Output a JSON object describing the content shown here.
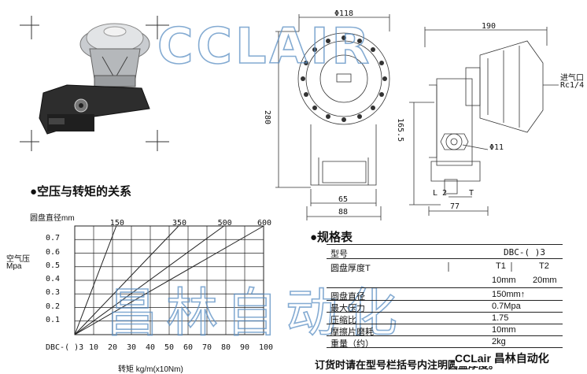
{
  "watermark_en": "CCLAIR",
  "watermark_cn": "昌林自动化",
  "brand": "CCLair 昌林自动化",
  "drawing": {
    "dia_front": "Φ118",
    "width_side": "190",
    "height_total": "280",
    "dim_165": "165.5",
    "dim_65": "65",
    "dim_88": "88",
    "dim_77": "77",
    "dim_11": "Φ11",
    "dim_l2": "L 2",
    "dim_t": "T",
    "inlet_label": "进气口",
    "inlet_thread": "Rc1/4"
  },
  "chart_section_title": "●空压与转矩的关系",
  "chart_data": {
    "type": "line",
    "ylabel_top": "空气压",
    "ylabel_unit": "Mpa",
    "series_title": "圆盘直径mm",
    "x_prefix": "DBC-(  )3",
    "xlabel": "转矩 kg/m(x10Nm)",
    "x_ticks": [
      "10",
      "20",
      "30",
      "40",
      "50",
      "60",
      "70",
      "80",
      "90",
      "100"
    ],
    "y_ticks": [
      "0.1",
      "0.2",
      "0.3",
      "0.4",
      "0.5",
      "0.6",
      "0.7"
    ],
    "xlim": [
      0,
      100
    ],
    "ylim": [
      0,
      0.8
    ],
    "series": [
      {
        "name": "150",
        "x": [
          0,
          22
        ],
        "y": [
          0,
          0.8
        ]
      },
      {
        "name": "350",
        "x": [
          0,
          55
        ],
        "y": [
          0,
          0.8
        ]
      },
      {
        "name": "500",
        "x": [
          0,
          79
        ],
        "y": [
          0,
          0.8
        ]
      },
      {
        "name": "600",
        "x": [
          0,
          100
        ],
        "y": [
          0,
          0.8
        ]
      }
    ]
  },
  "spec": {
    "title": "●规格表",
    "model_label": "型号",
    "model_value": "DBC-(  )3",
    "thick_label": "圆盘厚度T",
    "t1": "T1",
    "t2": "T2",
    "t1_val": "10mm",
    "t2_val": "20mm",
    "rows": [
      {
        "label": "圆盘直径",
        "value": "150mm↑"
      },
      {
        "label": "最大压力",
        "value": "0.7Mpa"
      },
      {
        "label": "压缩比",
        "value": "1.75"
      },
      {
        "label": "摩擦片磨耗",
        "value": "10mm"
      },
      {
        "label": "重量（约）",
        "value": "2kg"
      }
    ],
    "footer": "订货时请在型号栏括号内注明圆盘厚度。"
  }
}
